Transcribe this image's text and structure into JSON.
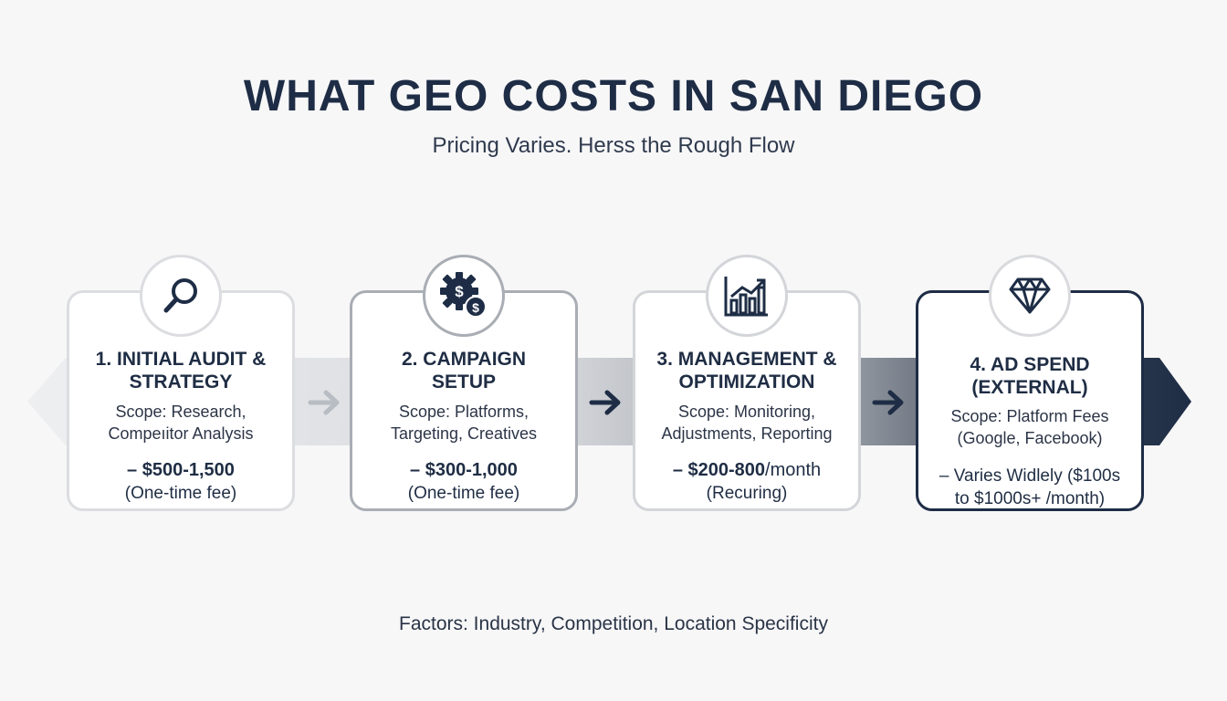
{
  "title": "WHAT GEO COSTS IN SAN DIEGO",
  "subtitle": "Pricing Varies. Herss the Rough Flow",
  "steps": [
    {
      "icon": "magnifying-glass-icon",
      "heading_line1": "1. INITIAL AUDIT &",
      "heading_line2": "STRATEGY",
      "scope_line1": "Scope: Research,",
      "scope_line2": "Compeıitor Analysis",
      "price_amount": "– $500-1,500",
      "price_note": "(One-time fee)",
      "accent": "#d9dadd"
    },
    {
      "icon": "gear-dollar-icon",
      "heading_line1": "2. CAMPAIGN",
      "heading_line2": "SETUP",
      "scope_line1": "Scope: Platforms,",
      "scope_line2": "Targeting, Creatives",
      "price_amount": "– $300-1,000",
      "price_note": "(One-time fee)",
      "accent": "#a9adb4"
    },
    {
      "icon": "bar-chart-growth-icon",
      "heading_line1": "3. MANAGEMENT &",
      "heading_line2": "OPTIMIZATION",
      "scope_line1": "Scope: Monitoring,",
      "scope_line2": "Adjustments, Reporting",
      "price_amount": "– $200-800",
      "price_suffix": "/month",
      "price_note": "(Recuring)",
      "accent": "#d3d5d9"
    },
    {
      "icon": "diamond-icon",
      "heading_line1": "4. AD SPEND",
      "heading_line2": "(EXTERNAL)",
      "scope_line1": "Scope: Platform Fees",
      "scope_line2": "(Google, Facebook)",
      "price_amount": "– Varies Widlely ($100s",
      "price_note": "to $1000s+ /month)",
      "accent": "#1e2d45"
    }
  ],
  "footer": "Factors: Industry, Competition, Location Specificity",
  "colors": {
    "navy": "#1e2d45",
    "band_light": "#e6e7ea",
    "band_mid": "#b3b7be",
    "band_dark": "#727a86"
  }
}
